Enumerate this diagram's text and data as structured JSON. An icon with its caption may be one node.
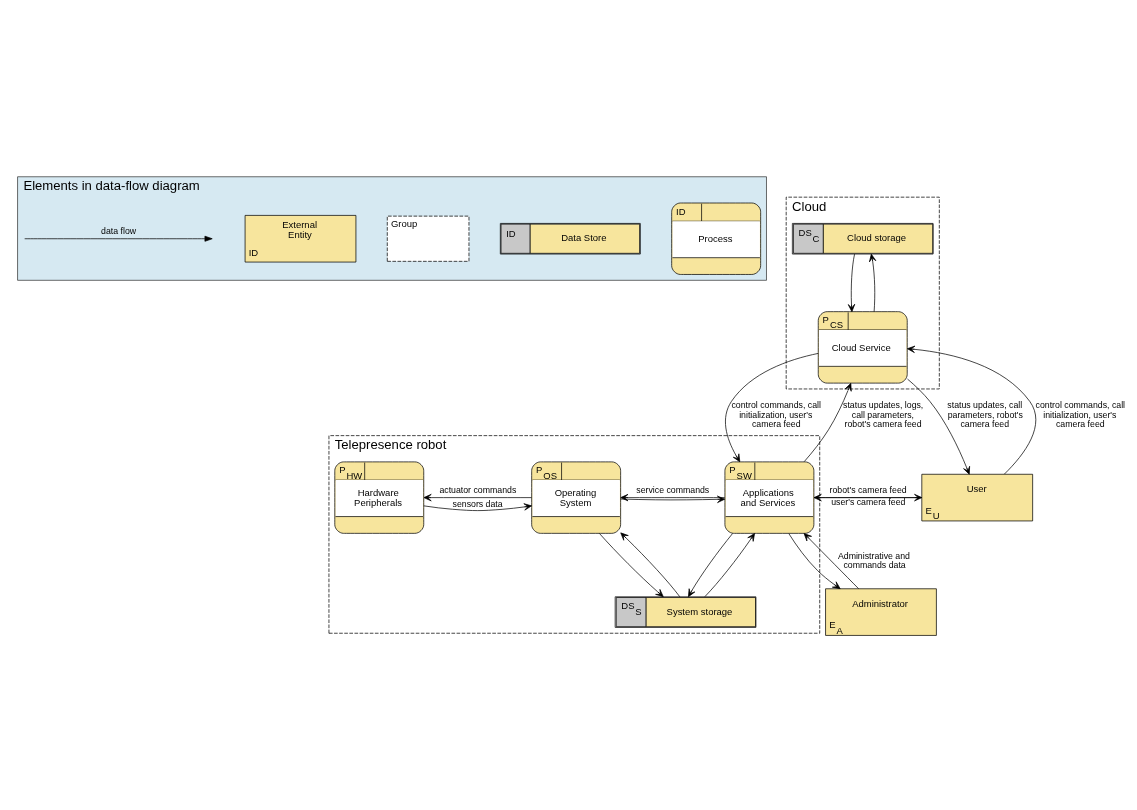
{
  "diagram": {
    "nodes": [
      {
        "text": [
          "Elements in data-flow diagram"
        ]
      },
      {
        "text": [
          "ID",
          "Process"
        ],
        "in": 0
      },
      {
        "text": [
          "ID",
          "Data Store"
        ],
        "in": 0
      },
      {
        "text": [
          "Group"
        ],
        "in": 0
      },
      {
        "text": [
          "External Entity",
          "ID"
        ],
        "in": 0
      },
      {
        "text": [
          "Cloud"
        ]
      },
      {
        "text": [
          "DS$_{C}$",
          "Cloud storage"
        ],
        "in": 5
      },
      {
        "text": [
          "P$_{CS}$",
          "Cloud Service"
        ],
        "in": 5
      },
      {
        "text": [
          "Telepresence robot"
        ]
      },
      {
        "text": [
          "P$_{HW}$",
          "Hardware Peripherals"
        ],
        "in": 8
      },
      {
        "text": [
          "P$_{OS}$",
          "Operating System"
        ],
        "in": 8
      },
      {
        "text": [
          "P$_{SW}$",
          "Applications and Services"
        ],
        "in": 8
      },
      {
        "text": [
          "DS$_{S}$",
          "System storage"
        ],
        "in": 8
      },
      {
        "text": [
          "User",
          "E$_{U}$"
        ]
      },
      {
        "text": [
          "Administrator",
          "E$_{A}$"
        ]
      }
    ],
    "edges": [
      {
        "from": 7,
        "to": 6,
        "arrow": "to"
      },
      {
        "from": 6,
        "to": 7,
        "arrow": "to"
      },
      {
        "from": 11,
        "to": 7,
        "arrow": "to",
        "label": "status updates, logs, call parameters, robot's camera feed"
      },
      {
        "from": 7,
        "to": 11,
        "arrow": "to",
        "label": "control commands, call initialization, user's camera feed"
      },
      {
        "from": 7,
        "to": 13,
        "arrow": "to",
        "label": "status updates, call parameters, robot's camera feed"
      },
      {
        "from": 13,
        "to": 7,
        "arrow": "to",
        "label": "control commands, call initialization, user's camera feed"
      },
      {
        "from": 11,
        "to": 13,
        "arrow": "to",
        "label": "robot's camera feed"
      },
      {
        "from": 13,
        "to": 11,
        "arrow": "to",
        "label": "user's camera feed"
      },
      {
        "from": 14,
        "to": 11,
        "arrow": "to",
        "label": "Administrative and commands data"
      },
      {
        "from": 11,
        "to": 14,
        "arrow": "to"
      },
      {
        "from": 10,
        "to": 9,
        "arrow": "to",
        "label": "actuator commands"
      },
      {
        "from": 9,
        "to": 10,
        "arrow": "to",
        "label": "sensors data"
      },
      {
        "from": 11,
        "to": 10,
        "arrow": "to",
        "label": "service commands"
      },
      {
        "from": 10,
        "to": 11,
        "arrow": "to"
      },
      {
        "from": 10,
        "to": 12,
        "arrow": "to"
      },
      {
        "from": 12,
        "to": 10,
        "arrow": "to"
      },
      {
        "from": 11,
        "to": 12,
        "arrow": "to"
      },
      {
        "from": 12,
        "to": 11,
        "arrow": "to"
      }
    ],
    "legend": [
      {
        "text": "data flow"
      }
    ]
  }
}
